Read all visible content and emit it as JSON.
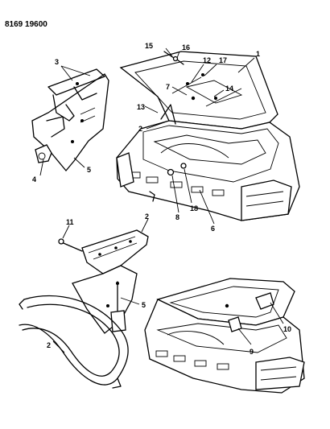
{
  "header": {
    "code": "8169 19600"
  },
  "callouts": [
    "1",
    "2",
    "3",
    "4",
    "5",
    "6",
    "7",
    "8",
    "9",
    "10",
    "11",
    "12",
    "13",
    "14",
    "15",
    "16",
    "17",
    "18"
  ],
  "callouts_repeated": {
    "2a": "2",
    "2b": "2",
    "2c": "2",
    "5a": "5",
    "5b": "5"
  }
}
